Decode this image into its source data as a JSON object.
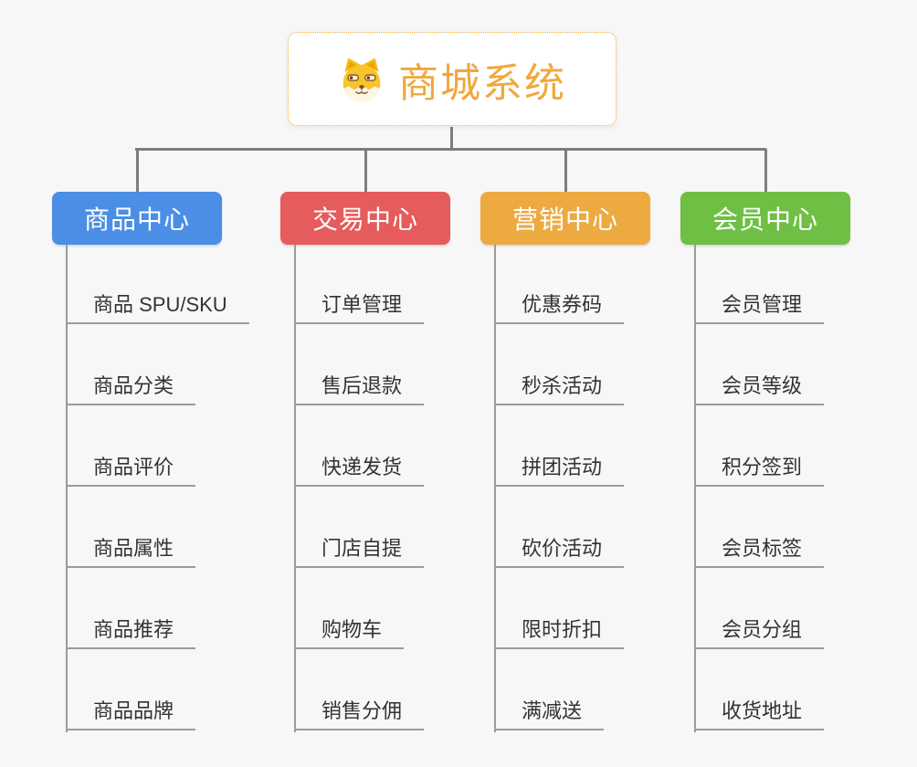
{
  "app": {
    "background_color": "#f7f7f7",
    "connector_color": "#7d7d7d",
    "underline_color": "#9b9b9b"
  },
  "root": {
    "title": "商城系统",
    "icon": "dog-face-icon",
    "accent_color": "#f0a83c"
  },
  "branches": [
    {
      "label": "商品中心",
      "color": "#4a8ee6",
      "items": [
        "商品 SPU/SKU",
        "商品分类",
        "商品评价",
        "商品属性",
        "商品推荐",
        "商品品牌"
      ]
    },
    {
      "label": "交易中心",
      "color": "#e65b5b",
      "items": [
        "订单管理",
        "售后退款",
        "快递发货",
        "门店自提",
        "购物车",
        "销售分佣"
      ]
    },
    {
      "label": "营销中心",
      "color": "#ecaa41",
      "items": [
        "优惠券码",
        "秒杀活动",
        "拼团活动",
        "砍价活动",
        "限时折扣",
        "满减送"
      ]
    },
    {
      "label": "会员中心",
      "color": "#6fbf45",
      "items": [
        "会员管理",
        "会员等级",
        "积分签到",
        "会员标签",
        "会员分组",
        "收货地址"
      ]
    }
  ]
}
